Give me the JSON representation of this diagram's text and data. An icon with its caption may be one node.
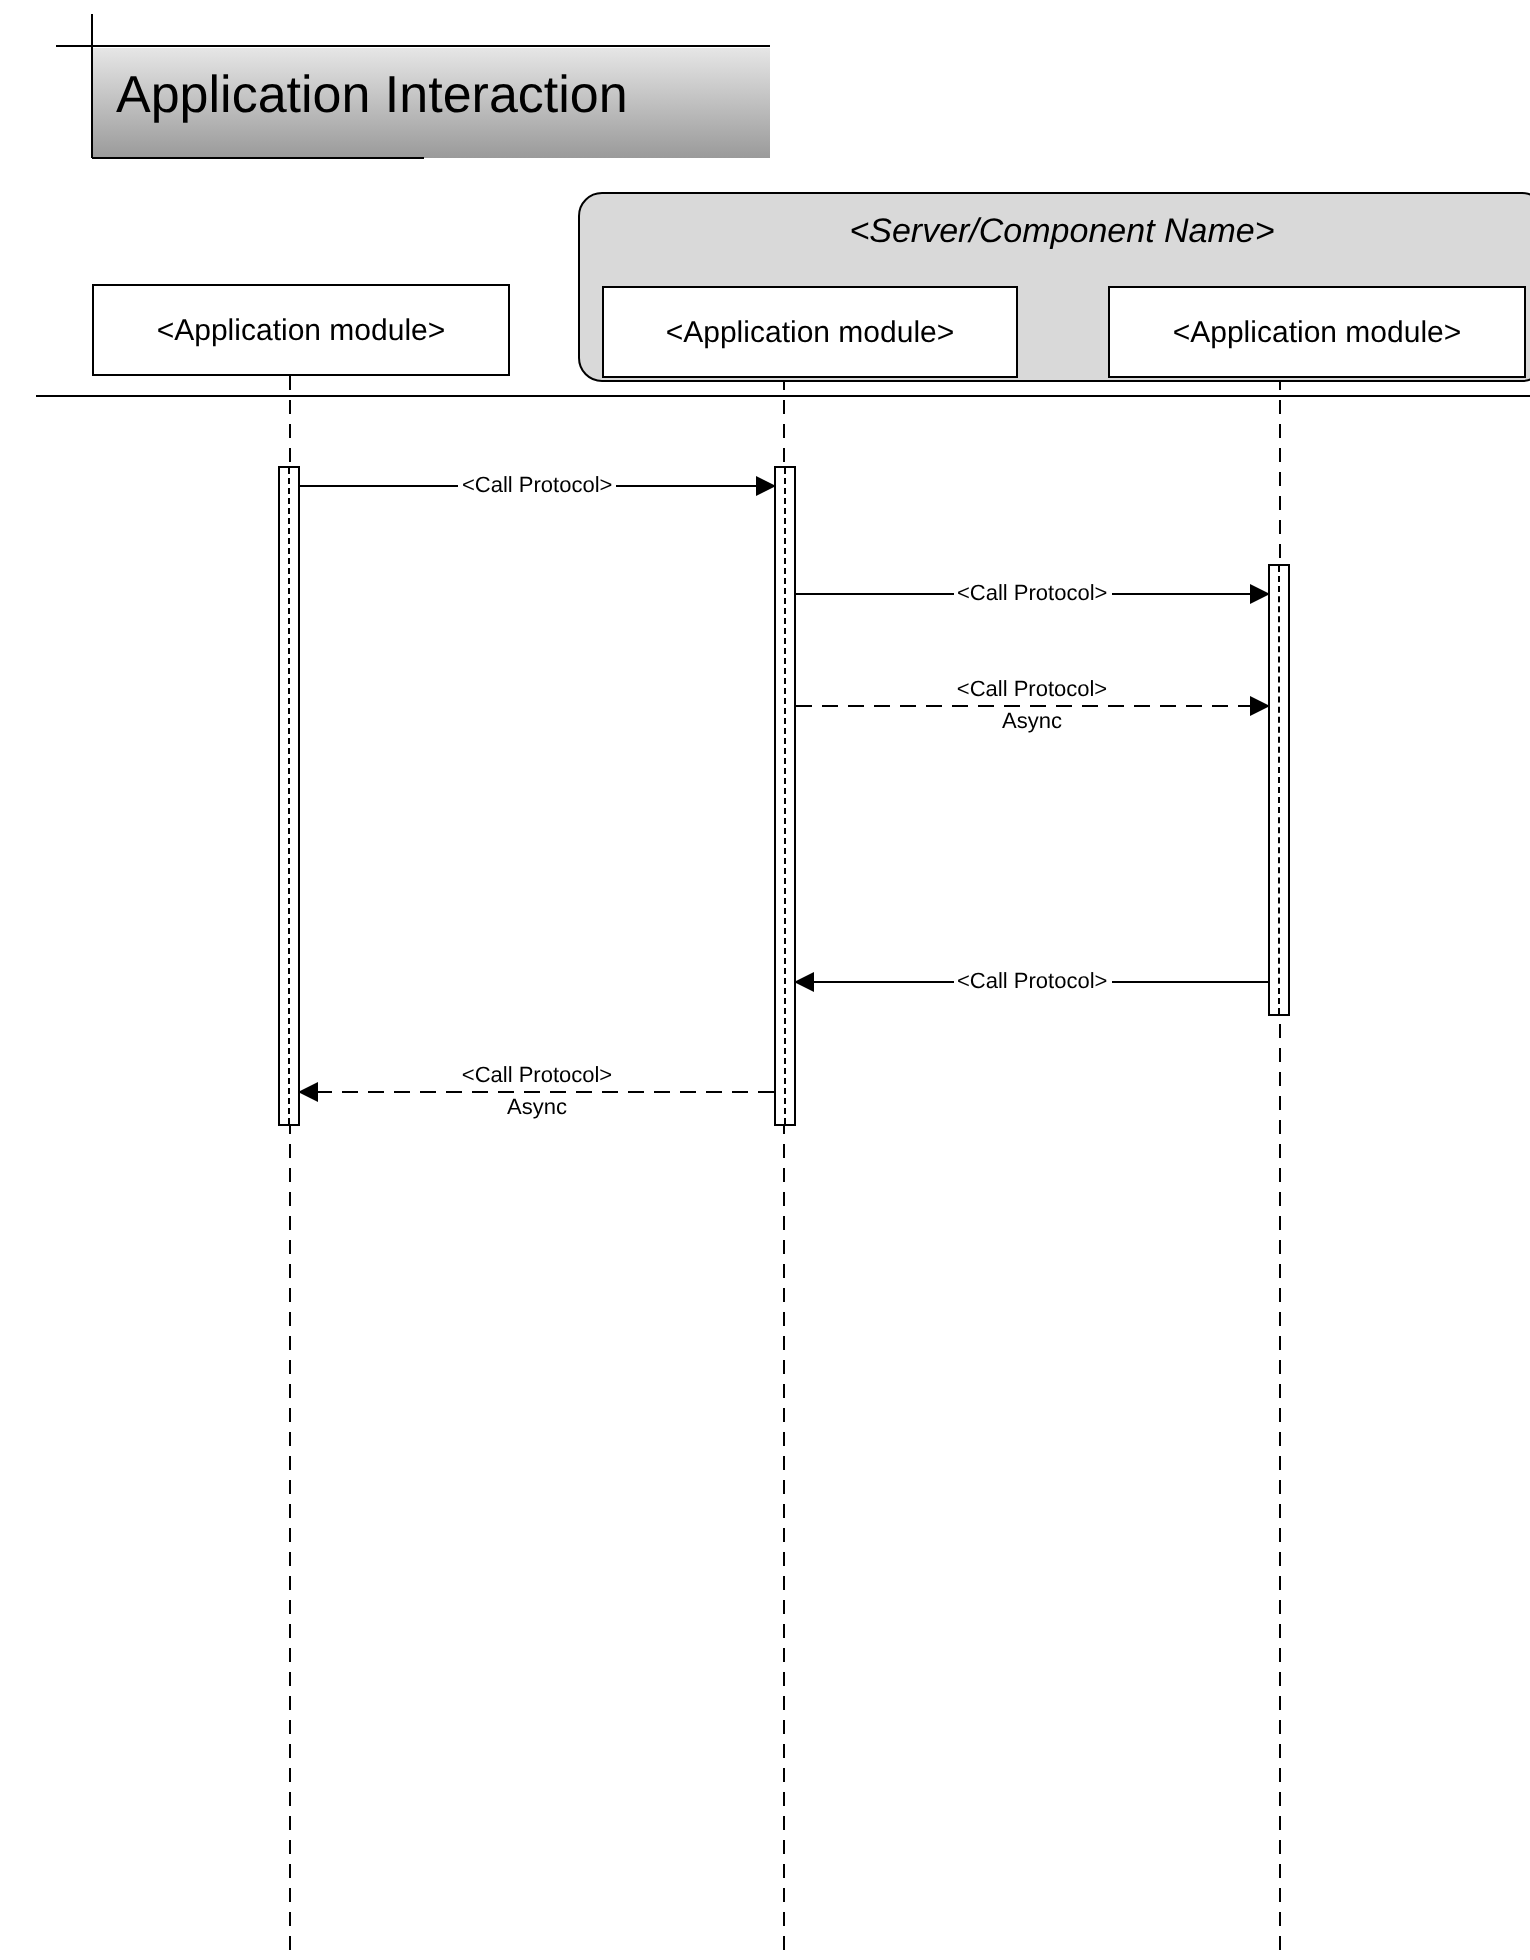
{
  "diagram": {
    "title": "Application Interaction",
    "nodes": [
      {
        "text": [
          "<Application module>"
        ]
      },
      {
        "text": [
          "<Server/Component Name>"
        ]
      },
      {
        "text": [
          "<Application module>"
        ],
        "in": 1
      },
      {
        "text": [
          "<Application module>"
        ],
        "in": 1
      },
      {
        "text": [],
        "shape": "bar"
      },
      {
        "text": [],
        "shape": "bar"
      },
      {
        "text": [],
        "shape": "bar"
      }
    ],
    "edges": [
      {
        "from": 4,
        "to": 5,
        "arrow": "to",
        "label": "<Call Protocol>"
      },
      {
        "from": 5,
        "to": 6,
        "arrow": "to",
        "label": "<Call Protocol>"
      },
      {
        "from": 5,
        "to": 6,
        "arrow": "to",
        "label": "<Call Protocol> Async",
        "style": "dashed"
      },
      {
        "from": 6,
        "to": 5,
        "arrow": "to",
        "label": "<Call Protocol>"
      },
      {
        "from": 5,
        "to": 4,
        "arrow": "to",
        "label": "<Call Protocol> Async",
        "style": "dashed"
      }
    ]
  }
}
